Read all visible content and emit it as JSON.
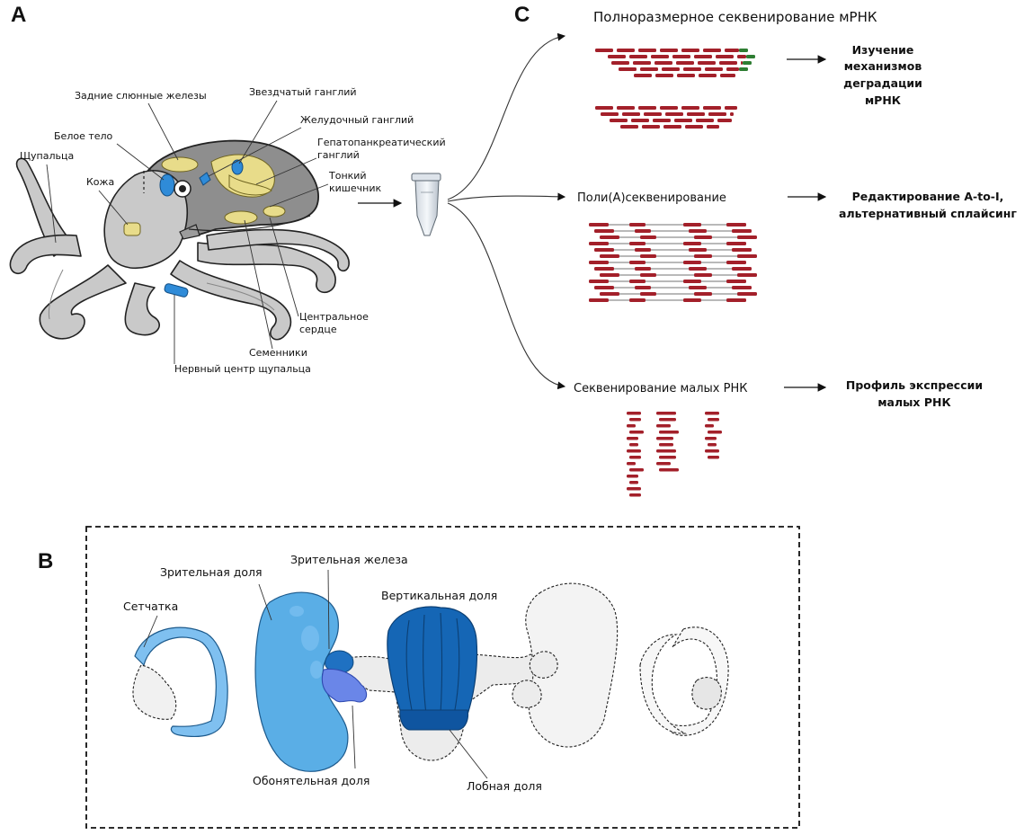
{
  "panels": {
    "a": "A",
    "b": "B",
    "c": "C"
  },
  "panel_a": {
    "labels": {
      "posterior_salivary": "Задние слюнные железы",
      "stellate_ganglion": "Звездчатый ганглий",
      "gastric_ganglion": "Желудочный ганглий",
      "white_body": "Белое тело",
      "hepato_1": "Гепатопанкреатический",
      "hepato_2": "ганглий",
      "tentacles": "Щупальца",
      "skin": "Кожа",
      "intestine_1": "Тонкий",
      "intestine_2": "кишечник",
      "heart_1": "Центральное",
      "heart_2": "сердце",
      "testes": "Семенники",
      "arm_nerve": "Нервный центр щупальца"
    }
  },
  "panel_b": {
    "labels": {
      "optic_lobe": "Зрительная доля",
      "optic_gland": "Зрительная железа",
      "retina": "Сетчатка",
      "vertical_lobe": "Вертикальная доля",
      "olfactory_lobe": "Обонятельная доля",
      "frontal_lobe": "Лобная доля"
    }
  },
  "panel_c": {
    "full_length": {
      "title": "Полноразмерное секвенирование мРНК",
      "result_1": "Изучение",
      "result_2": "механизмов",
      "result_3": "деградации",
      "result_4": "мРНК"
    },
    "polya": {
      "title": "Поли(А)секвенирование",
      "result_1": "Редактирование A-to-I,",
      "result_2": "альтернативный сплайсинг"
    },
    "small": {
      "title": "Секвенирование малых РНК",
      "result_1": "Профиль экспрессии",
      "result_2": "малых РНК"
    }
  },
  "colors": {
    "read": "#a3202a",
    "read_tail": "#2e7d32",
    "optic_blue": "#5aaee6",
    "vertical_blue": "#1566b5",
    "olfactory": "#6a86e8",
    "octopus_gray": "#c9c9c9",
    "organ_yellow": "#e8dc8a"
  }
}
